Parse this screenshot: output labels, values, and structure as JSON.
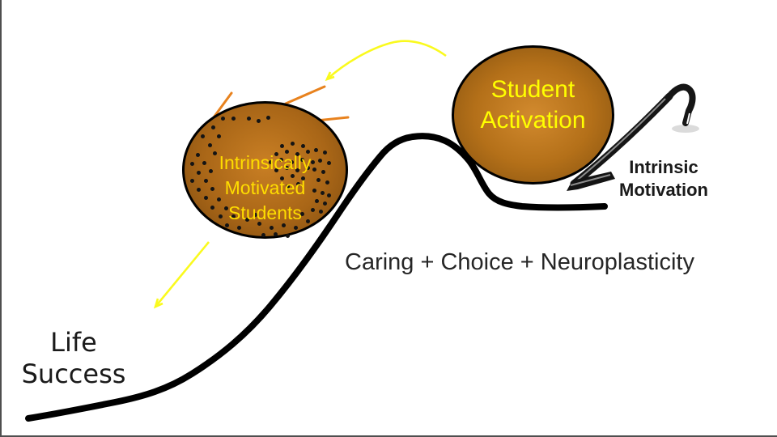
{
  "slide": {
    "background_color": "#ffffff",
    "edge_color": "#4f4f4f"
  },
  "bubbles": {
    "student_activation": {
      "lines": [
        "Student",
        "Activation"
      ],
      "text_color": "#ffff00",
      "fill_center": "#d28a2e",
      "fill_edge": "#82500f"
    },
    "intrinsically_motivated": {
      "lines": [
        "Intrinsically",
        "Motivated",
        "Students"
      ],
      "text_color": "#ffdd00",
      "fill_center": "#c97f24",
      "fill_edge": "#7c4a10"
    }
  },
  "labels": {
    "caring_formula": "Caring + Choice + Neuroplasticity",
    "intrinsic_motivation": {
      "lines": [
        "Intrinsic",
        "Motivation"
      ]
    },
    "life_success": {
      "lines": [
        "Life",
        "Success"
      ]
    }
  },
  "icons": {
    "crowbar": "crowbar-lever-icon",
    "curved_arrow": "yellow-curved-arrow-icon",
    "straight_arrow": "yellow-straight-arrow-icon",
    "rays": "orange-burst-ray-icon",
    "dot_texture": "dot-cluster-texture"
  },
  "colors": {
    "curve_black": "#000000",
    "arrow_yellow": "#fafa1e",
    "ray_orange": "#e8821e",
    "crowbar_dark": "#161616",
    "text_dark": "#1a1a1a"
  }
}
